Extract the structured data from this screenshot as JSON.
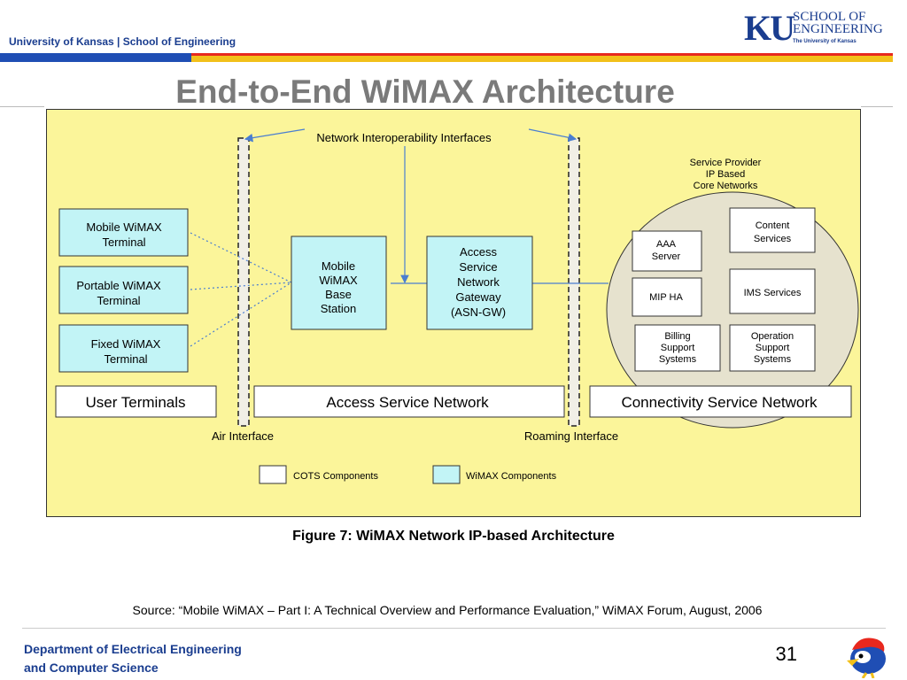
{
  "header": {
    "institution": "University of Kansas | School of Engineering",
    "logo_ku": "KU",
    "logo_school_line1": "SCHOOL OF",
    "logo_school_line2": "ENGINEERING",
    "logo_university": "The University of Kansas"
  },
  "slide": {
    "title": "End-to-End WiMAX Architecture",
    "caption": "Figure 7: WiMAX Network IP-based Architecture",
    "source": "Source: “Mobile WiMAX – Part I: A Technical Overview and Performance  Evaluation,” WiMAX Forum, August, 2006"
  },
  "diagram": {
    "top_label": "Network Interoperability Interfaces",
    "terminals": [
      {
        "line1": "Mobile WiMAX",
        "line2": "Terminal"
      },
      {
        "line1": "Portable WiMAX",
        "line2": "Terminal"
      },
      {
        "line1": "Fixed WiMAX",
        "line2": "Terminal"
      }
    ],
    "base_station": [
      "Mobile",
      "WiMAX",
      "Base",
      "Station"
    ],
    "asn_gw": [
      "Access",
      "Service",
      "Network",
      "Gateway",
      "(ASN-GW)"
    ],
    "core_title": [
      "Service Provider",
      "IP Based",
      "Core Networks"
    ],
    "aaa": [
      "AAA",
      "Server"
    ],
    "content": [
      "Content",
      "Services"
    ],
    "mip": "MIP HA",
    "ims": "IMS Services",
    "billing": [
      "Billing",
      "Support",
      "Systems"
    ],
    "operation": [
      "Operation",
      "Support",
      "Systems"
    ],
    "user_terminals": "User Terminals",
    "access_service_network": "Access Service Network",
    "connectivity_service_network": "Connectivity Service Network",
    "air_interface": "Air Interface",
    "roaming_interface": "Roaming Interface",
    "legend_cots": "COTS Components",
    "legend_wimax": "WiMAX Components"
  },
  "colors": {
    "diagram_background": "#fbf59a",
    "wimax_component": "#c2f4f6",
    "core_network_fill": "#e6e2ce",
    "connector_blue": "#4a7ed0",
    "title_gray": "#7a7a7a",
    "ku_blue": "#1a3d8f"
  },
  "footer": {
    "department_line1": "Department of Electrical Engineering",
    "department_line2": "and Computer Science",
    "page_number": "31"
  }
}
